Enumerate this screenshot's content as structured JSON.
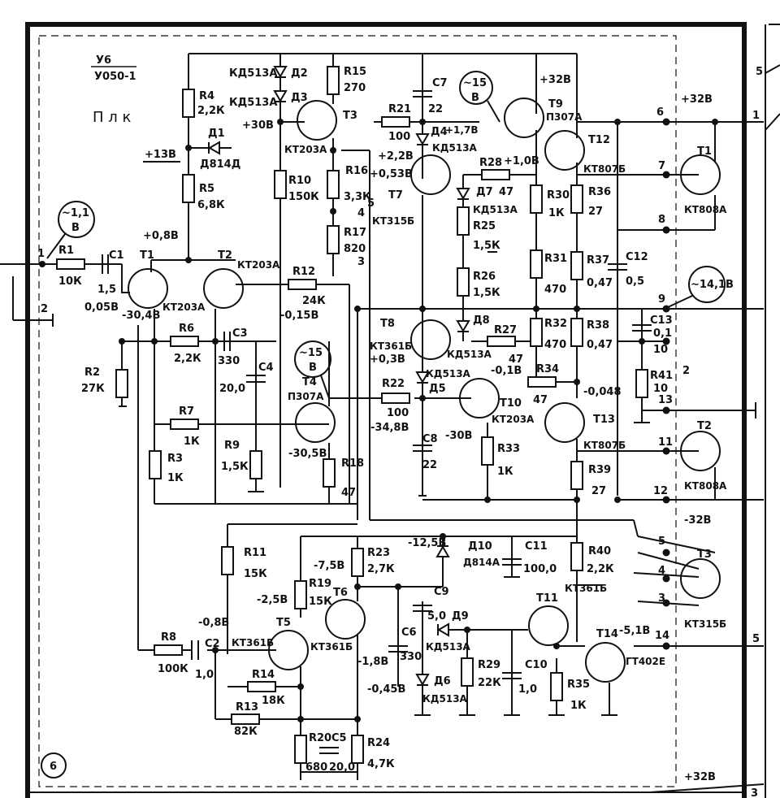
{
  "header": {
    "code_top": "У6",
    "code_bottom": "У050-1",
    "block_label": "П л к"
  },
  "transistors": [
    {
      "ref": "T1",
      "type": "КТ203А"
    },
    {
      "ref": "T2",
      "type": "КТ203А"
    },
    {
      "ref": "T3",
      "type": "КТ203А"
    },
    {
      "ref": "T4",
      "type": "П307А"
    },
    {
      "ref": "T5",
      "type": "КТ361Б"
    },
    {
      "ref": "T6",
      "type": "КТ361Б"
    },
    {
      "ref": "T7",
      "type": "КТ315Б"
    },
    {
      "ref": "T8",
      "type": "КТ361Б"
    },
    {
      "ref": "T9",
      "type": "П307А"
    },
    {
      "ref": "T10",
      "type": "КТ203А"
    },
    {
      "ref": "T11",
      "type": "КТ361Б"
    },
    {
      "ref": "T12",
      "type": "КТ807Б"
    },
    {
      "ref": "T13",
      "type": "КТ807Б"
    },
    {
      "ref": "T14",
      "type": "ГТ402Е"
    }
  ],
  "ext_transistors": [
    {
      "ref": "T1",
      "type": "КТ808А"
    },
    {
      "ref": "T2",
      "type": "КТ808А"
    },
    {
      "ref": "T3",
      "type": "КТ315Б"
    }
  ],
  "resistors": [
    {
      "ref": "R1",
      "value": "10К"
    },
    {
      "ref": "R2",
      "value": "27К"
    },
    {
      "ref": "R3",
      "value": "1К"
    },
    {
      "ref": "R4",
      "value": "2,2К"
    },
    {
      "ref": "R5",
      "value": "6,8К"
    },
    {
      "ref": "R6",
      "value": "2,2К"
    },
    {
      "ref": "R7",
      "value": "1К"
    },
    {
      "ref": "R8",
      "value": "100К"
    },
    {
      "ref": "R9",
      "value": "1,5К"
    },
    {
      "ref": "R10",
      "value": "150К"
    },
    {
      "ref": "R11",
      "value": "15К"
    },
    {
      "ref": "R12",
      "value": "24К"
    },
    {
      "ref": "R13",
      "value": "82К"
    },
    {
      "ref": "R14",
      "value": "18К"
    },
    {
      "ref": "R15",
      "value": "270"
    },
    {
      "ref": "R16",
      "value": "3,3К"
    },
    {
      "ref": "R17",
      "value": "820"
    },
    {
      "ref": "R18",
      "value": "47"
    },
    {
      "ref": "R19",
      "value": "15К"
    },
    {
      "ref": "R20",
      "value": "680"
    },
    {
      "ref": "R21",
      "value": "100"
    },
    {
      "ref": "R22",
      "value": "100"
    },
    {
      "ref": "R23",
      "value": "2,7К"
    },
    {
      "ref": "R24",
      "value": "4,7К"
    },
    {
      "ref": "R25",
      "value": "1,5К"
    },
    {
      "ref": "R26",
      "value": "1,5К"
    },
    {
      "ref": "R27",
      "value": "47"
    },
    {
      "ref": "R28",
      "value": "47"
    },
    {
      "ref": "R29",
      "value": "22К"
    },
    {
      "ref": "R30",
      "value": "1К"
    },
    {
      "ref": "R31",
      "value": "470"
    },
    {
      "ref": "R32",
      "value": "470"
    },
    {
      "ref": "R33",
      "value": "1К"
    },
    {
      "ref": "R34",
      "value": "47"
    },
    {
      "ref": "R35",
      "value": "1К"
    },
    {
      "ref": "R36",
      "value": "27"
    },
    {
      "ref": "R37",
      "value": "0,47"
    },
    {
      "ref": "R38",
      "value": "0,47"
    },
    {
      "ref": "R39",
      "value": "27"
    },
    {
      "ref": "R40",
      "value": "2,2К"
    },
    {
      "ref": "R41",
      "value": "10"
    }
  ],
  "capacitors": [
    {
      "ref": "C1",
      "value": "1,5"
    },
    {
      "ref": "C2",
      "value": "1,0"
    },
    {
      "ref": "C3",
      "value": "330"
    },
    {
      "ref": "C4",
      "value": "20,0"
    },
    {
      "ref": "C5",
      "value": "20,0"
    },
    {
      "ref": "C6",
      "value": "330"
    },
    {
      "ref": "C7",
      "value": "22"
    },
    {
      "ref": "C8",
      "value": "22"
    },
    {
      "ref": "C9",
      "value": "5,0"
    },
    {
      "ref": "C10",
      "value": "1,0"
    },
    {
      "ref": "C11",
      "value": "100,0"
    },
    {
      "ref": "C12",
      "value": "0,5"
    },
    {
      "ref": "C13",
      "value": "0,1"
    }
  ],
  "diodes": [
    {
      "ref": "Д1",
      "type": "Д814Д"
    },
    {
      "ref": "Д2",
      "type": "КД513А"
    },
    {
      "ref": "Д3",
      "type": "КД513А"
    },
    {
      "ref": "Д4",
      "type": "КД513А"
    },
    {
      "ref": "Д5",
      "type": "КД513А"
    },
    {
      "ref": "Д6",
      "type": "КД513А"
    },
    {
      "ref": "Д7",
      "type": "КД513А"
    },
    {
      "ref": "Д8",
      "type": "КД513А"
    },
    {
      "ref": "Д9",
      "type": "КД513А"
    },
    {
      "ref": "Д10",
      "type": "Д814А"
    }
  ],
  "voltages": {
    "v13": "+13В",
    "v30": "+30В",
    "v08": "+0,8В",
    "v005": "0,05В",
    "vm304": "-30,4В",
    "vm015": "-0,15В",
    "v03": "+0,3В",
    "v22": "+2,2В",
    "v053": "+0,53В",
    "v17": "+1,7В",
    "v10": "+1,0В",
    "v32": "+32В",
    "vm32": "-32В",
    "vm01": "-0,1В",
    "vm0048": "-0,048",
    "vm30": "-30В",
    "vm348": "-34,8В",
    "vm305": "-30,5В",
    "vm08": "-0,8В",
    "vm25": "-2,5В",
    "vm75": "-7,5В",
    "vm125": "-12,5В",
    "vm18": "-1,8В",
    "vm045": "-0,45В",
    "vm51": "-5,1В"
  },
  "probes": [
    {
      "value": "~1,1",
      "unit": "В"
    },
    {
      "value": "~15",
      "unit": "В"
    },
    {
      "value": "~15",
      "unit": "В"
    },
    {
      "value": "~14,1В",
      "unit": ""
    }
  ],
  "pins": [
    "1",
    "2",
    "3",
    "4",
    "5",
    "6",
    "7",
    "8",
    "9",
    "10",
    "11",
    "12",
    "13",
    "14",
    "5",
    "4",
    "3",
    "2",
    "1",
    "5"
  ],
  "footer": {
    "page_mark": "6",
    "supply": "+32В",
    "right_top": "5",
    "right_bottom": "3"
  }
}
